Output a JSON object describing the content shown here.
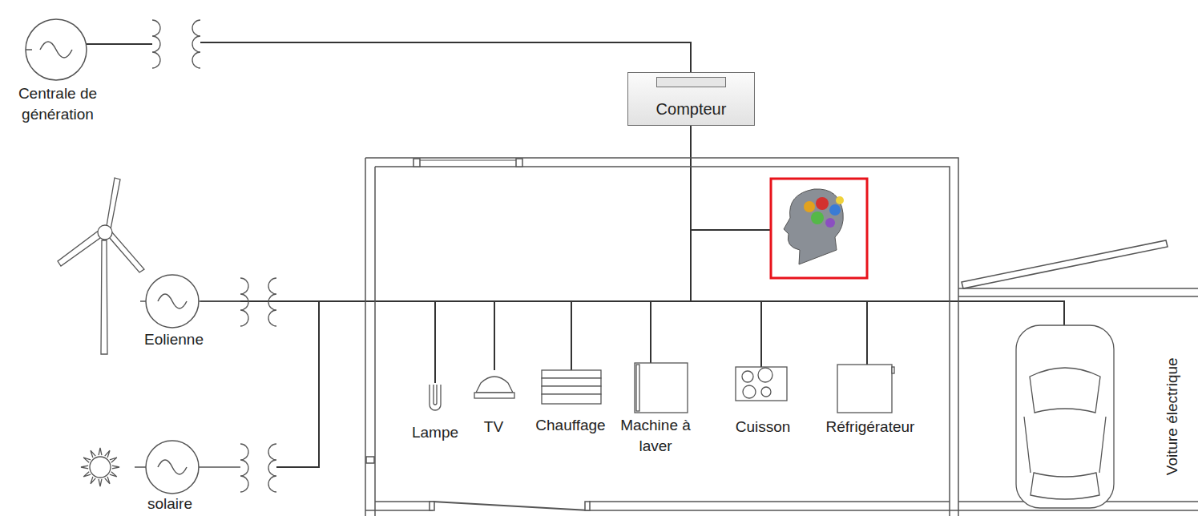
{
  "diagram": {
    "nodes": [
      {
        "text": [
          "Compteur"
        ]
      }
    ],
    "labels": [
      "Centrale de génération",
      "Eolienne",
      "solaire",
      "Lampe",
      "TV",
      "Chauffage",
      "Machine à laver",
      "Cuisson",
      "Réfrigérateur",
      "Voiture électrique"
    ]
  }
}
